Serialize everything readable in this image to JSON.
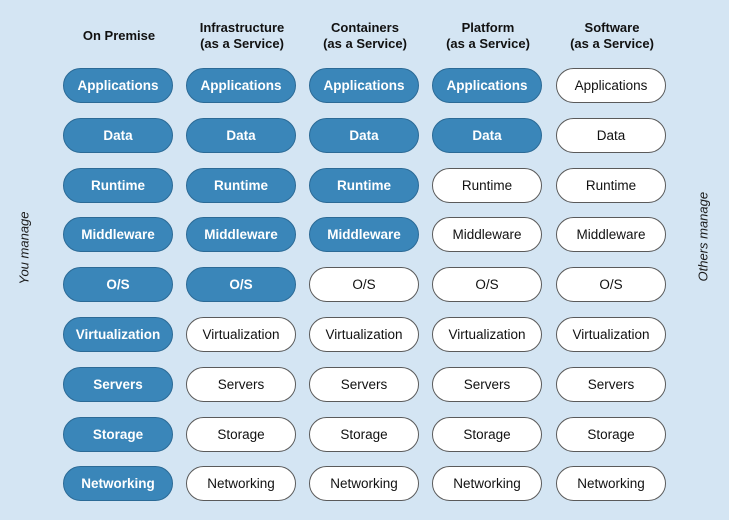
{
  "side_labels": {
    "left": "You manage",
    "right": "Others manage"
  },
  "columns": [
    {
      "header": "On Premise",
      "layers": [
        {
          "label": "Applications",
          "managed_by": "you"
        },
        {
          "label": "Data",
          "managed_by": "you"
        },
        {
          "label": "Runtime",
          "managed_by": "you"
        },
        {
          "label": "Middleware",
          "managed_by": "you"
        },
        {
          "label": "O/S",
          "managed_by": "you"
        },
        {
          "label": "Virtualization",
          "managed_by": "you"
        },
        {
          "label": "Servers",
          "managed_by": "you"
        },
        {
          "label": "Storage",
          "managed_by": "you"
        },
        {
          "label": "Networking",
          "managed_by": "you"
        }
      ]
    },
    {
      "header": "Infrastructure\n(as a Service)",
      "layers": [
        {
          "label": "Applications",
          "managed_by": "you"
        },
        {
          "label": "Data",
          "managed_by": "you"
        },
        {
          "label": "Runtime",
          "managed_by": "you"
        },
        {
          "label": "Middleware",
          "managed_by": "you"
        },
        {
          "label": "O/S",
          "managed_by": "you"
        },
        {
          "label": "Virtualization",
          "managed_by": "others"
        },
        {
          "label": "Servers",
          "managed_by": "others"
        },
        {
          "label": "Storage",
          "managed_by": "others"
        },
        {
          "label": "Networking",
          "managed_by": "others"
        }
      ]
    },
    {
      "header": "Containers\n(as a Service)",
      "layers": [
        {
          "label": "Applications",
          "managed_by": "you"
        },
        {
          "label": "Data",
          "managed_by": "you"
        },
        {
          "label": "Runtime",
          "managed_by": "you"
        },
        {
          "label": "Middleware",
          "managed_by": "you"
        },
        {
          "label": "O/S",
          "managed_by": "others"
        },
        {
          "label": "Virtualization",
          "managed_by": "others"
        },
        {
          "label": "Servers",
          "managed_by": "others"
        },
        {
          "label": "Storage",
          "managed_by": "others"
        },
        {
          "label": "Networking",
          "managed_by": "others"
        }
      ]
    },
    {
      "header": "Platform\n(as a Service)",
      "layers": [
        {
          "label": "Applications",
          "managed_by": "you"
        },
        {
          "label": "Data",
          "managed_by": "you"
        },
        {
          "label": "Runtime",
          "managed_by": "others"
        },
        {
          "label": "Middleware",
          "managed_by": "others"
        },
        {
          "label": "O/S",
          "managed_by": "others"
        },
        {
          "label": "Virtualization",
          "managed_by": "others"
        },
        {
          "label": "Servers",
          "managed_by": "others"
        },
        {
          "label": "Storage",
          "managed_by": "others"
        },
        {
          "label": "Networking",
          "managed_by": "others"
        }
      ]
    },
    {
      "header": "Software\n(as a Service)",
      "layers": [
        {
          "label": "Applications",
          "managed_by": "others"
        },
        {
          "label": "Data",
          "managed_by": "others"
        },
        {
          "label": "Runtime",
          "managed_by": "others"
        },
        {
          "label": "Middleware",
          "managed_by": "others"
        },
        {
          "label": "O/S",
          "managed_by": "others"
        },
        {
          "label": "Virtualization",
          "managed_by": "others"
        },
        {
          "label": "Servers",
          "managed_by": "others"
        },
        {
          "label": "Storage",
          "managed_by": "others"
        },
        {
          "label": "Networking",
          "managed_by": "others"
        }
      ]
    }
  ],
  "colors": {
    "you_manage_fill": "#3a86b9",
    "others_manage_fill": "#ffffff",
    "background": "#d4e5f3"
  }
}
